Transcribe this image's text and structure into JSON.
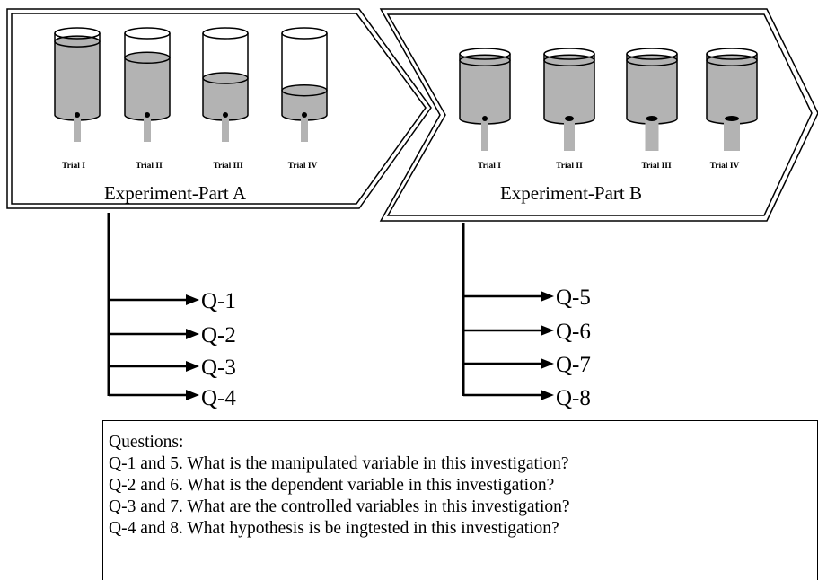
{
  "part_a": {
    "title": "Experiment-Part A",
    "trials": [
      {
        "label": "Trial I",
        "water_level": 0.9,
        "hole_size": "small"
      },
      {
        "label": "Trial II",
        "water_level": 0.7,
        "hole_size": "small"
      },
      {
        "label": "Trial III",
        "water_level": 0.45,
        "hole_size": "small"
      },
      {
        "label": "Trial IV",
        "water_level": 0.3,
        "hole_size": "small"
      }
    ],
    "questions": [
      "Q-1",
      "Q-2",
      "Q-3",
      "Q-4"
    ]
  },
  "part_b": {
    "title": "Experiment-Part B",
    "trials": [
      {
        "label": "Trial I",
        "water_level": 0.9,
        "hole_size": "small"
      },
      {
        "label": "Trial II",
        "water_level": 0.9,
        "hole_size": "medium"
      },
      {
        "label": "Trial III",
        "water_level": 0.9,
        "hole_size": "large"
      },
      {
        "label": "Trial IV",
        "water_level": 0.9,
        "hole_size": "x-large"
      }
    ],
    "questions": [
      "Q-5",
      "Q-6",
      "Q-7",
      "Q-8"
    ]
  },
  "questions_box": {
    "heading": "Questions:",
    "lines": [
      "Q-1 and 5. What is the manipulated variable in this investigation?",
      "Q-2 and 6. What is the dependent variable in this investigation?",
      "Q-3 and 7. What are the controlled variables in this investigation?",
      "Q-4 and 8. What hypothesis is be ingtested in this investigation?"
    ]
  },
  "colors": {
    "water": "#b3b3b3",
    "outline": "#000000"
  }
}
